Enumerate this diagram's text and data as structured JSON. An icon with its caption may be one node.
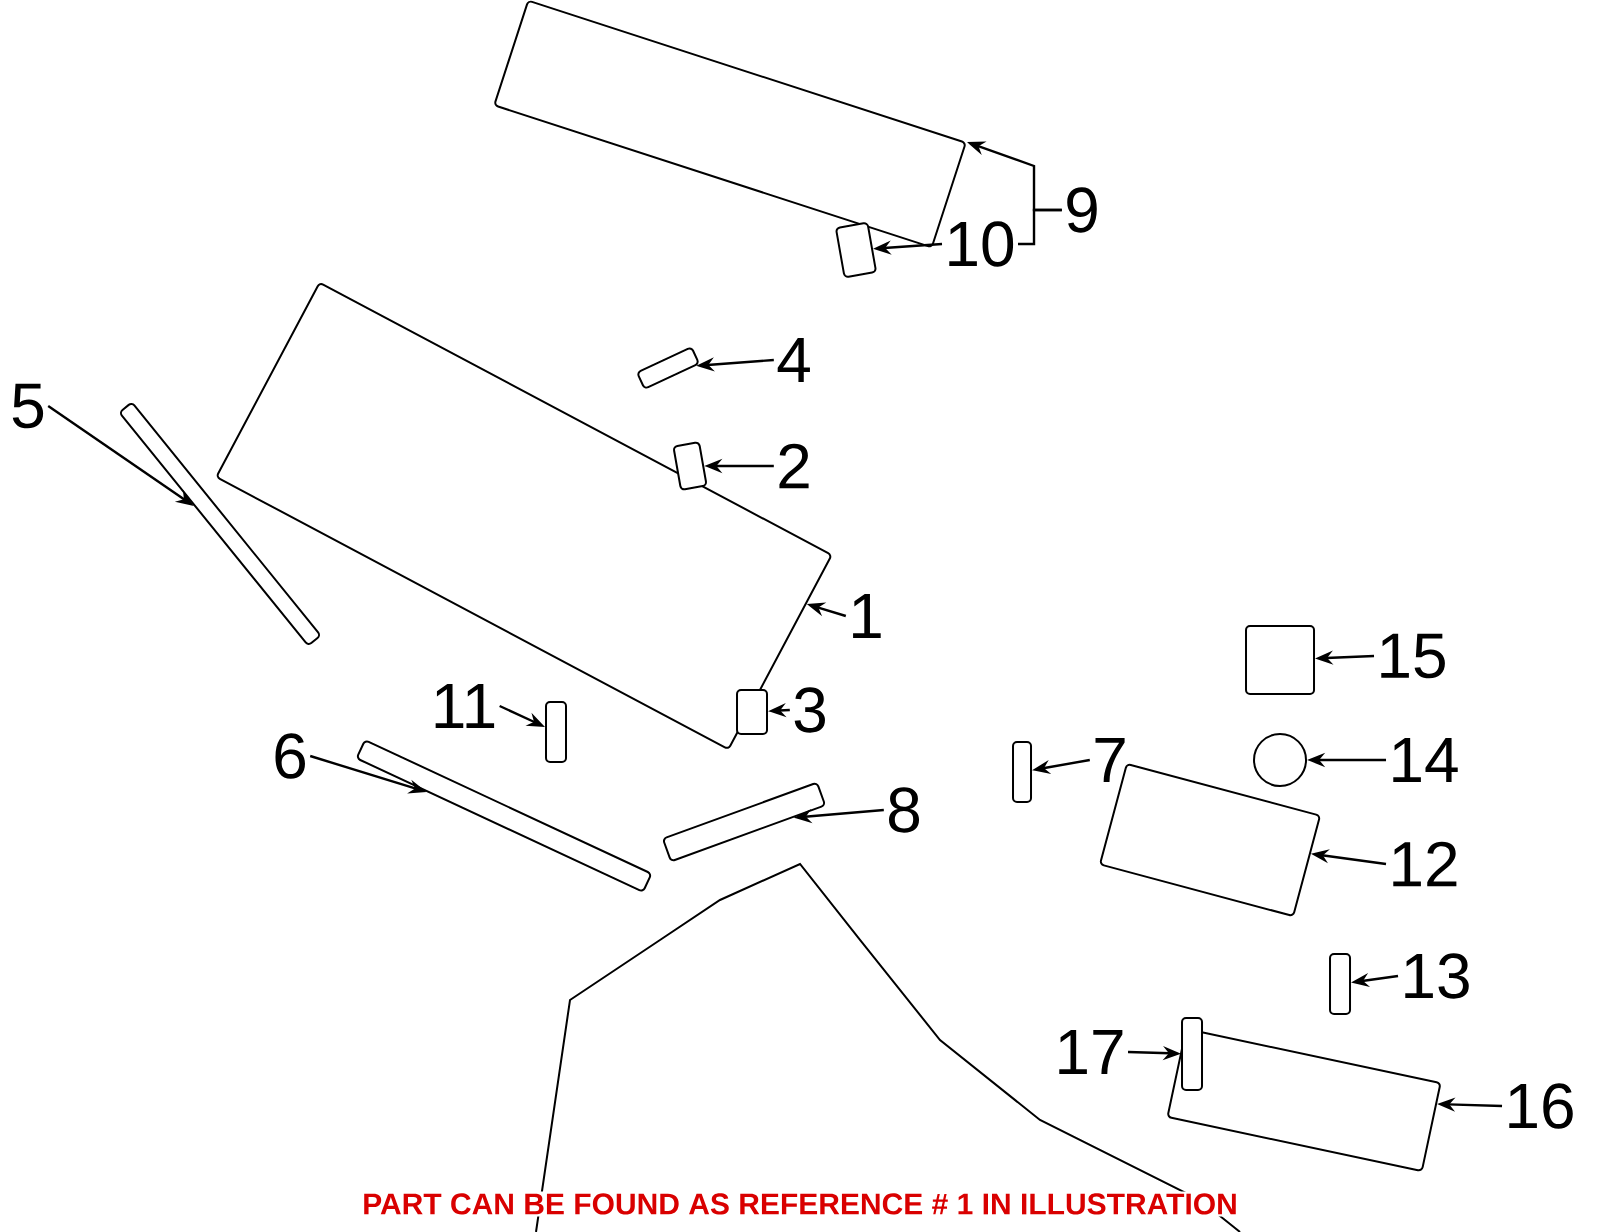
{
  "diagram": {
    "nodes": [
      {
        "text": [
          "1"
        ]
      },
      {
        "text": [
          "2"
        ]
      },
      {
        "text": [
          "3"
        ]
      },
      {
        "text": [
          "4"
        ]
      },
      {
        "text": [
          "5"
        ]
      },
      {
        "text": [
          "6"
        ]
      },
      {
        "text": [
          "7"
        ]
      },
      {
        "text": [
          "8"
        ]
      },
      {
        "text": [
          "9"
        ]
      },
      {
        "text": [
          "10"
        ]
      },
      {
        "text": [
          "11"
        ]
      },
      {
        "text": [
          "12"
        ]
      },
      {
        "text": [
          "13"
        ]
      },
      {
        "text": [
          "14"
        ]
      },
      {
        "text": [
          "15"
        ]
      },
      {
        "text": [
          "16"
        ]
      },
      {
        "text": [
          "17"
        ]
      },
      {
        "text": [],
        "shape": "box"
      },
      {
        "text": [],
        "shape": "box"
      },
      {
        "text": [],
        "shape": "box"
      },
      {
        "text": [],
        "shape": "box"
      },
      {
        "text": [],
        "shape": "box"
      },
      {
        "text": [],
        "shape": "box"
      },
      {
        "text": [],
        "shape": "box"
      },
      {
        "text": [],
        "shape": "box"
      },
      {
        "text": [],
        "shape": "box"
      },
      {
        "text": [],
        "shape": "box"
      },
      {
        "text": [],
        "shape": "box"
      },
      {
        "text": [],
        "shape": "box"
      },
      {
        "text": [],
        "shape": "box"
      },
      {
        "text": [],
        "shape": "circle"
      },
      {
        "text": [],
        "shape": "box"
      },
      {
        "text": [],
        "shape": "box"
      },
      {
        "text": [],
        "shape": "box"
      }
    ],
    "edges": [
      {
        "from": 0,
        "to": 17,
        "arrow": "to"
      },
      {
        "from": 1,
        "to": 18,
        "arrow": "to"
      },
      {
        "from": 2,
        "to": 19,
        "arrow": "to"
      },
      {
        "from": 3,
        "to": 20,
        "arrow": "to"
      },
      {
        "from": 4,
        "to": 21,
        "arrow": "to"
      },
      {
        "from": 5,
        "to": 22,
        "arrow": "to"
      },
      {
        "from": 6,
        "to": 23,
        "arrow": "to"
      },
      {
        "from": 7,
        "to": 24,
        "arrow": "to"
      },
      {
        "from": 8,
        "to": 25,
        "arrow": "to"
      },
      {
        "from": 8,
        "to": 9,
        "arrow": "none"
      },
      {
        "from": 9,
        "to": 26,
        "arrow": "to"
      },
      {
        "from": 10,
        "to": 27,
        "arrow": "to"
      },
      {
        "from": 11,
        "to": 28,
        "arrow": "to"
      },
      {
        "from": 12,
        "to": 29,
        "arrow": "to"
      },
      {
        "from": 13,
        "to": 30,
        "arrow": "to"
      },
      {
        "from": 14,
        "to": 31,
        "arrow": "to"
      },
      {
        "from": 15,
        "to": 32,
        "arrow": "to"
      },
      {
        "from": 16,
        "to": 33,
        "arrow": "to"
      }
    ],
    "labels": [
      "PART CAN BE FOUND AS REFERENCE # 1 IN ILLUSTRATION"
    ]
  }
}
